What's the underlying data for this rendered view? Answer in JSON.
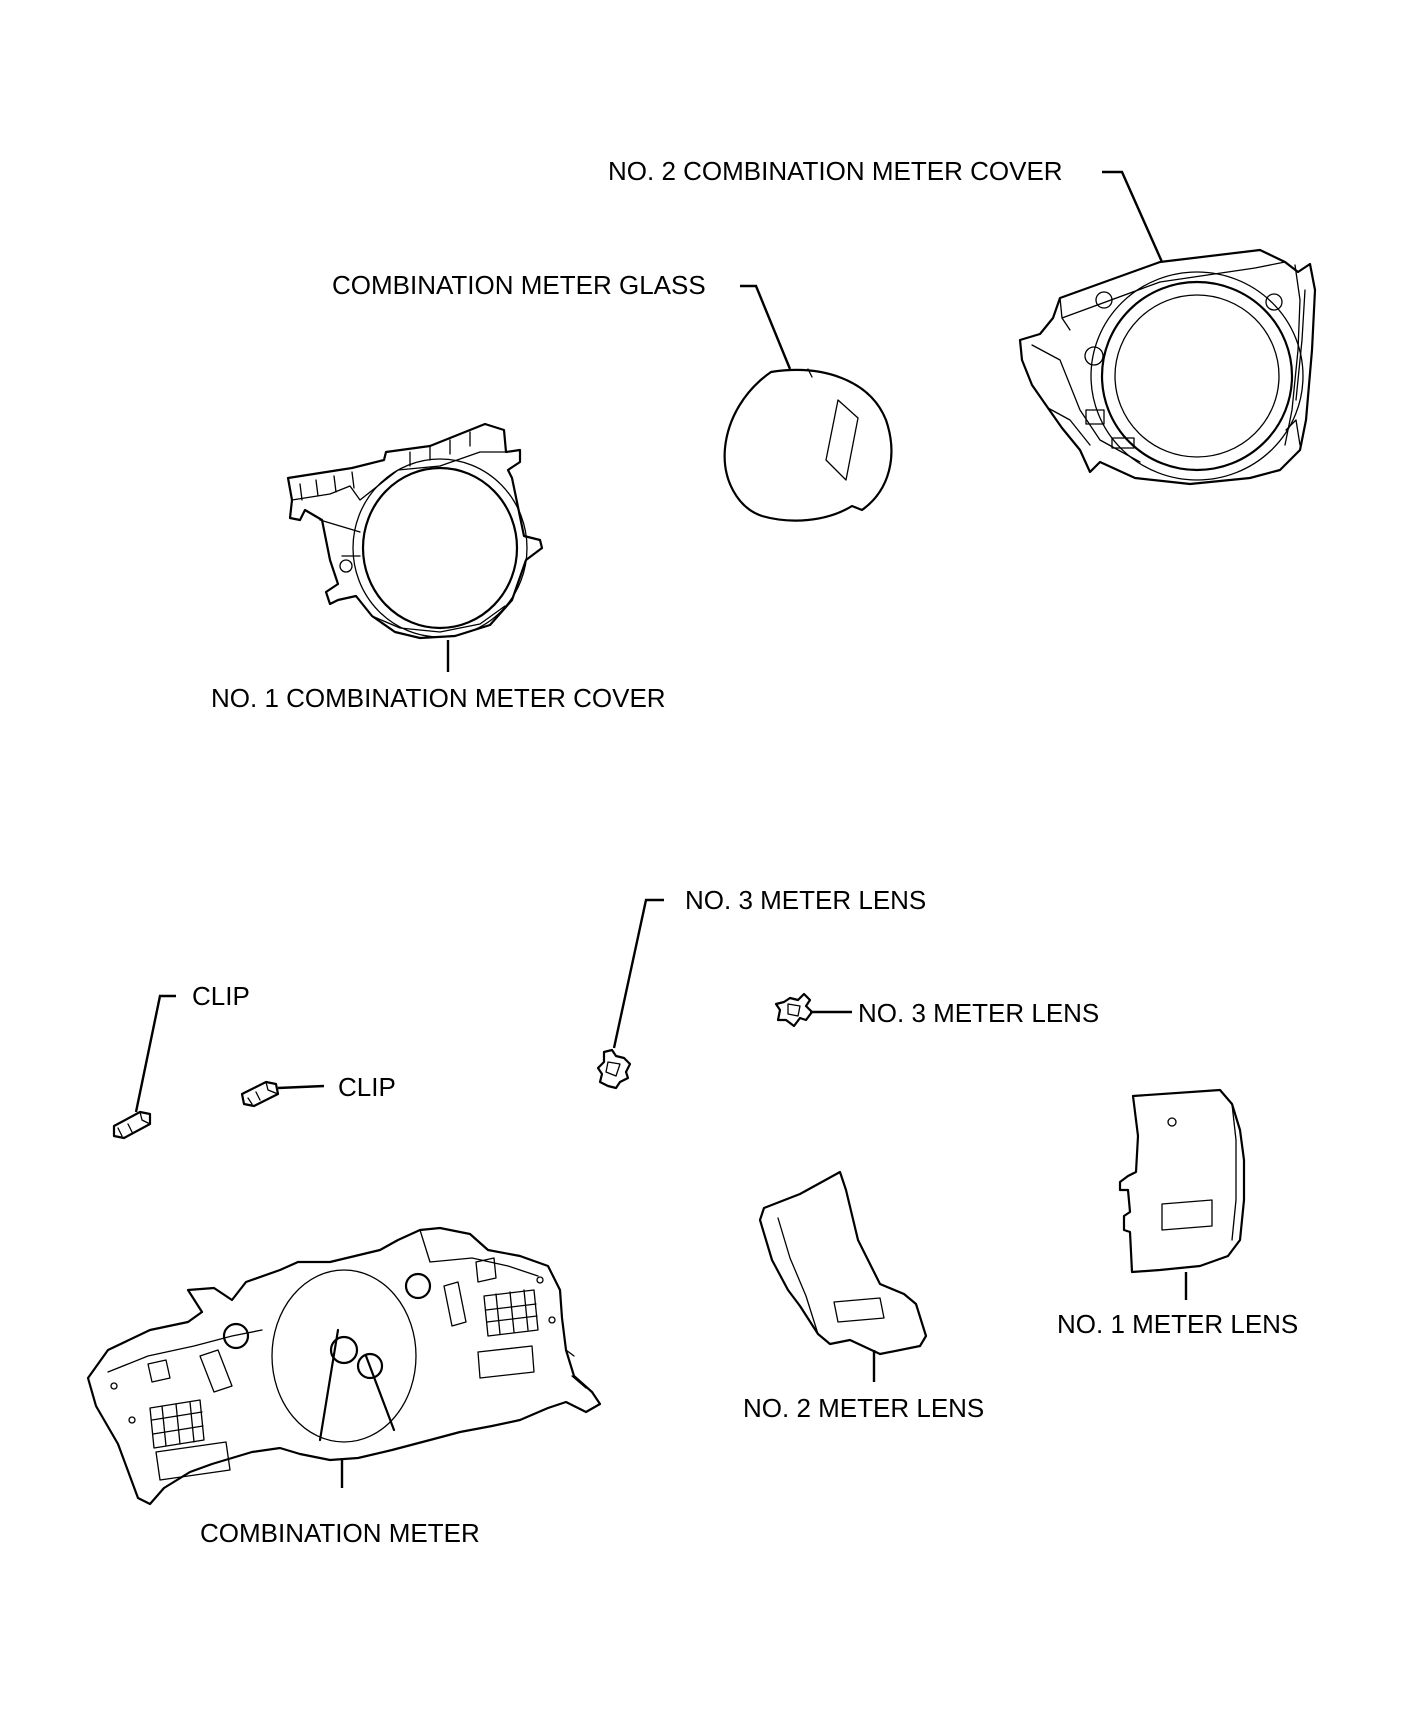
{
  "labels": {
    "no2_combination_meter_cover": "NO. 2 COMBINATION METER COVER",
    "combination_meter_glass": "COMBINATION METER GLASS",
    "no1_combination_meter_cover": "NO. 1 COMBINATION METER COVER",
    "no3_meter_lens_upper": "NO. 3 METER LENS",
    "no3_meter_lens_right": "NO. 3 METER LENS",
    "clip_left": "CLIP",
    "clip_right": "CLIP",
    "no1_meter_lens": "NO. 1 METER LENS",
    "no2_meter_lens": "NO. 2 METER LENS",
    "combination_meter": "COMBINATION METER"
  }
}
